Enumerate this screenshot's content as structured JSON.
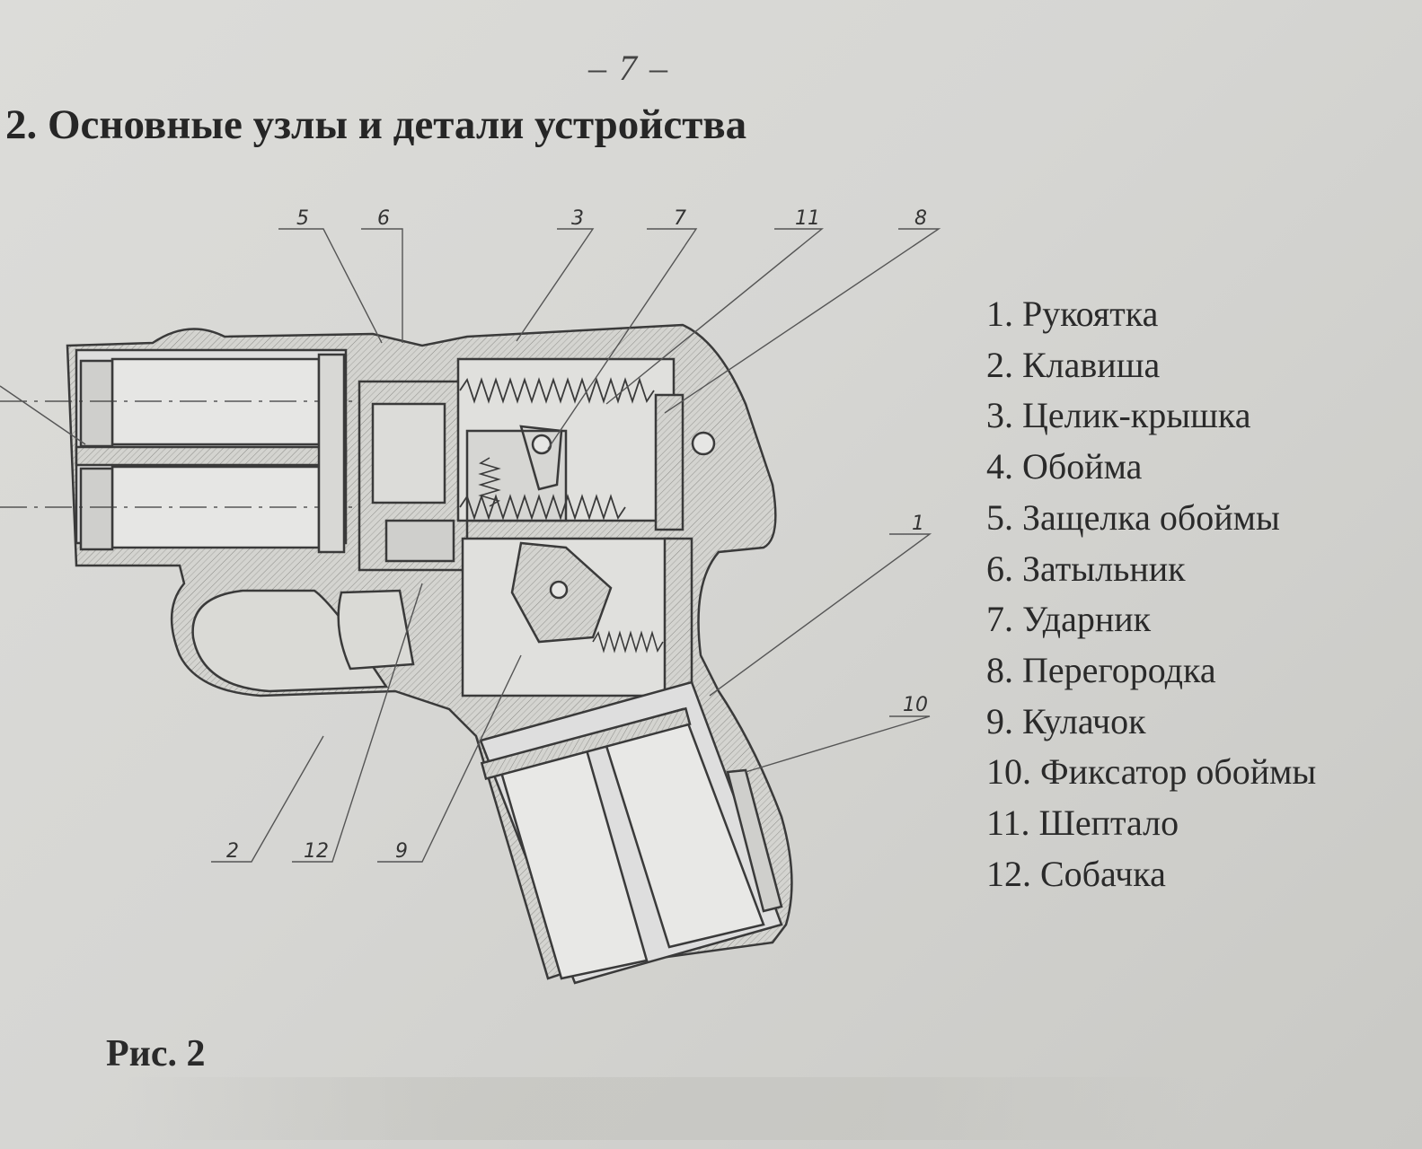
{
  "page_number": "– 7 –",
  "section_title": "2. Основные узлы и детали устройства",
  "legend": [
    "1. Рукоятка",
    "2. Клавиша",
    "3. Целик-крышка",
    "4. Обойма",
    "5. Защелка обоймы",
    "6. Затыльник",
    "7. Ударник",
    "8. Перегородка",
    "9. Кулачок",
    "10. Фиксатор обоймы",
    "11. Шептало",
    "12. Собачка"
  ],
  "callouts": {
    "c1": "1",
    "c2": "2",
    "c3": "3",
    "c5": "5",
    "c6": "6",
    "c7": "7",
    "c8": "8",
    "c9": "9",
    "c10": "10",
    "c11": "11",
    "c12": "12"
  },
  "caption": "Рис. 2"
}
